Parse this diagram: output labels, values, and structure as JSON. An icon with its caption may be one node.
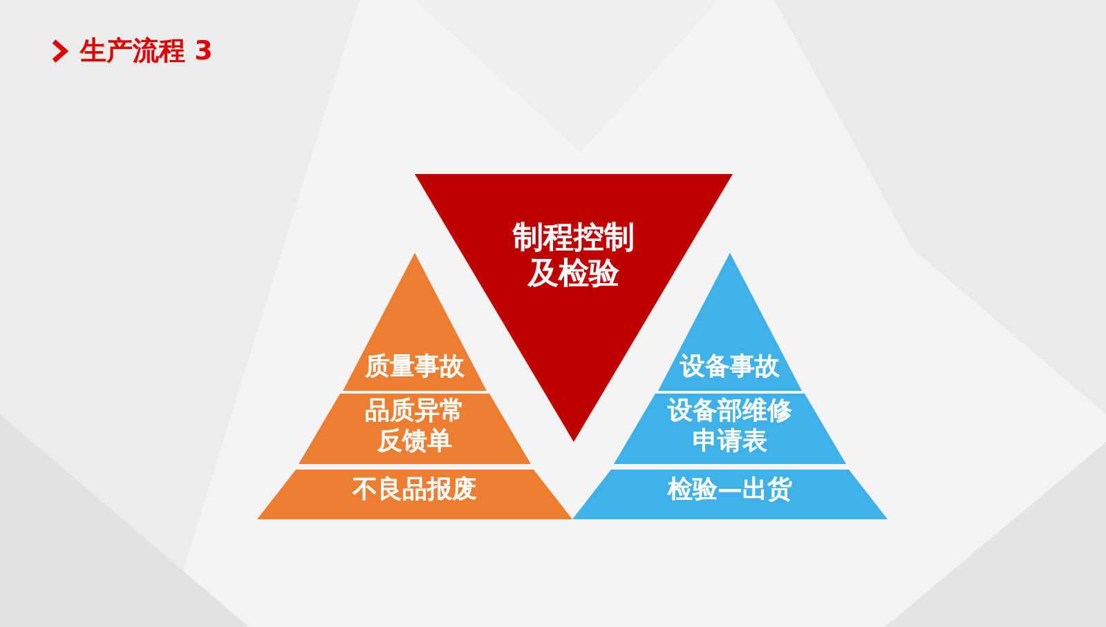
{
  "diagram": {
    "title": "生产流程 3",
    "nodes": [
      {
        "text": [
          "制程控制及检验"
        ]
      },
      {
        "text": [
          "质量事故"
        ]
      },
      {
        "text": [
          "品质异常反馈单"
        ]
      },
      {
        "text": [
          "不良品报废"
        ]
      },
      {
        "text": [
          "设备事故"
        ]
      },
      {
        "text": [
          "设备部维修申请表"
        ]
      },
      {
        "text": [
          "检验—出货"
        ]
      }
    ]
  }
}
